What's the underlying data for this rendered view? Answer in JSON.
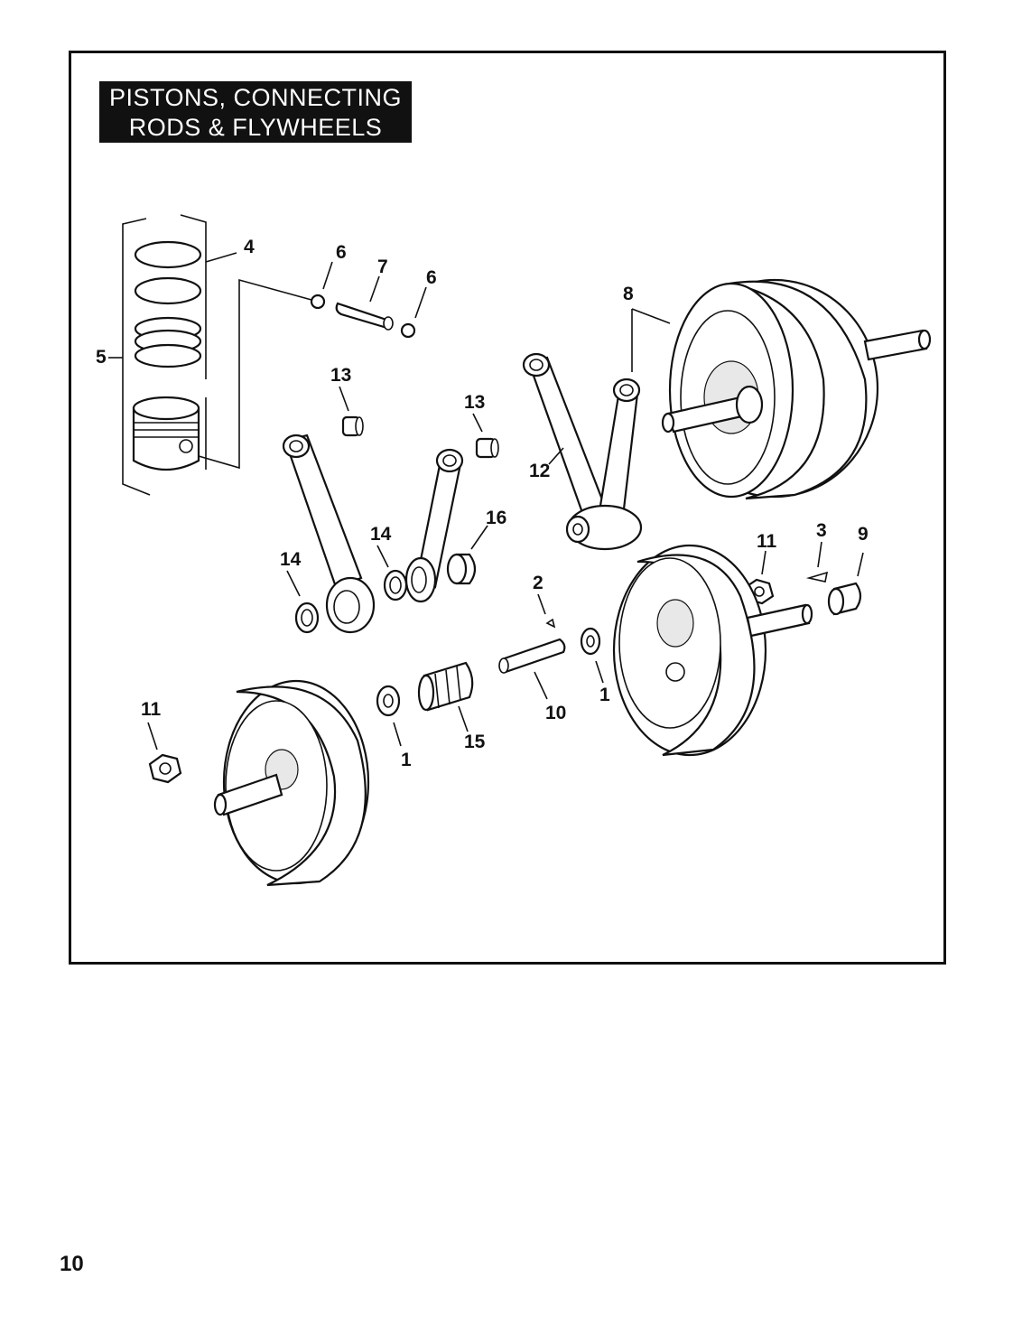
{
  "title": {
    "line1": "PISTONS, CONNECTING",
    "line2": "RODS & FLYWHEELS"
  },
  "callouts": [
    "4",
    "6",
    "7",
    "6",
    "5",
    "8",
    "13",
    "13",
    "12",
    "14",
    "14",
    "16",
    "11",
    "3",
    "9",
    "2",
    "1",
    "10",
    "11",
    "1",
    "15"
  ],
  "page_number": "10"
}
